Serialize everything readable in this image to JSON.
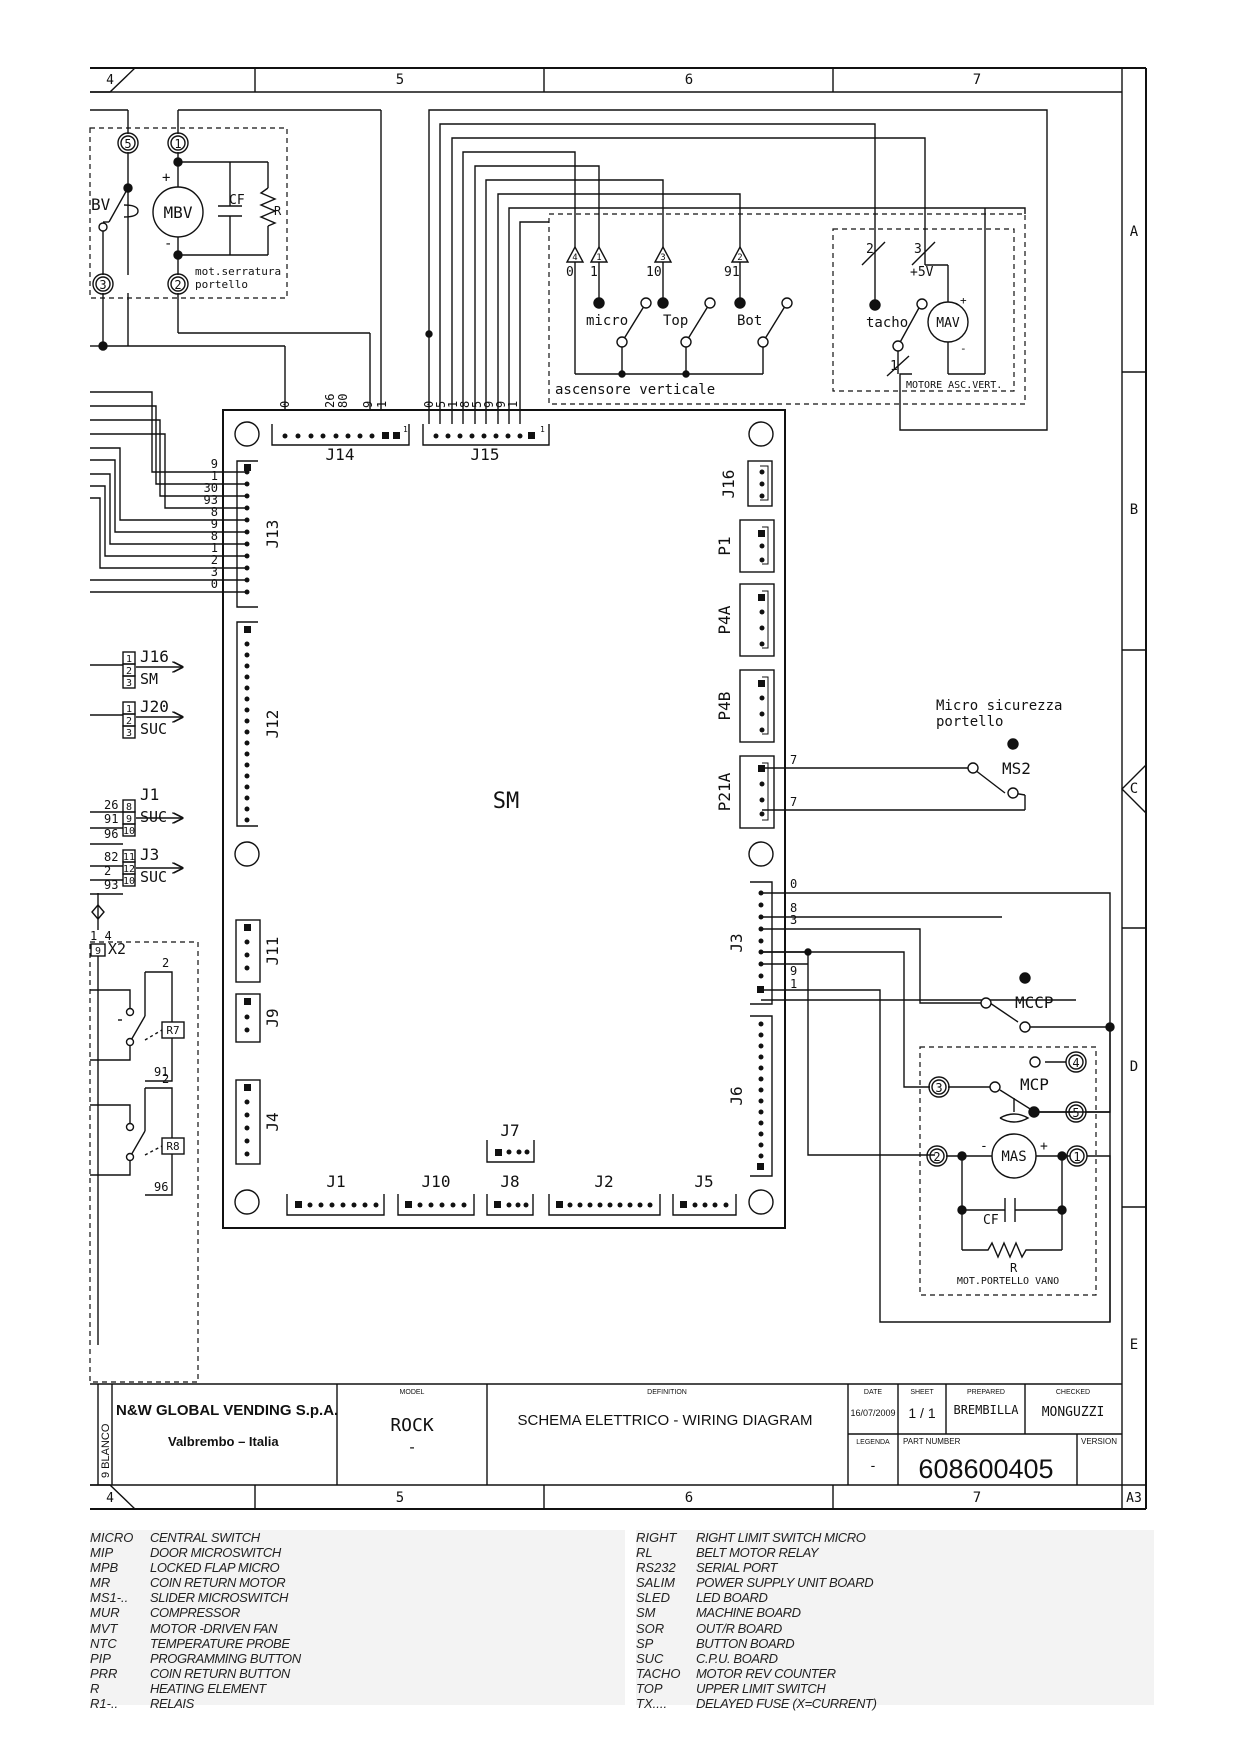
{
  "grid": {
    "columns": [
      "4",
      "5",
      "6",
      "7"
    ],
    "rows": [
      "A",
      "B",
      "C",
      "D",
      "E"
    ],
    "sheet_size": "A3"
  },
  "board": {
    "name": "SM",
    "top_connectors": [
      {
        "name": "J14",
        "pins": [
          "0",
          "26",
          "80",
          "9",
          "1"
        ]
      },
      {
        "name": "J15",
        "pins": [
          "0",
          "5",
          "1",
          "8",
          "5",
          "9",
          "9",
          "1"
        ]
      }
    ],
    "left_connectors": [
      "J13",
      "J12",
      "J11",
      "J9",
      "J4"
    ],
    "right_connectors": [
      "J16",
      "P1",
      "P4A",
      "P4B",
      "P21A",
      "J3",
      "J6"
    ],
    "bottom_connectors": [
      "J7",
      "J1",
      "J10",
      "J8",
      "J2",
      "J5"
    ],
    "j13_pins": [
      "9",
      "1",
      "30",
      "93",
      "8",
      "9",
      "8",
      "1",
      "2",
      "3",
      "0"
    ],
    "j3_pins": [
      "0",
      "8",
      "3",
      "9",
      "1"
    ],
    "pin_one": "1"
  },
  "door_motor": {
    "label": "MBV",
    "switch": "BV",
    "capacitor": "CF",
    "resistor": "R",
    "caption_line1": "mot.serratura",
    "caption_line2": "portello",
    "terminals": [
      "5",
      "1",
      "3",
      "2"
    ],
    "plus": "+",
    "minus": "-"
  },
  "lift": {
    "caption": "ascensore verticale",
    "pins": [
      "4",
      "1",
      "3",
      "2"
    ],
    "pin_labels": [
      "0",
      "1",
      "10",
      "91"
    ],
    "switches": [
      "micro",
      "Top",
      "Bot"
    ]
  },
  "lift_motor": {
    "label": "MAV",
    "tacho": "tacho",
    "five_volt": "+5V",
    "caption": "MOTORE ASC.VERT.",
    "pins": [
      "2",
      "3",
      "1"
    ],
    "plus": "+",
    "minus": "-"
  },
  "safety_switch": {
    "caption_line1": "Micro sicurezza",
    "caption_line2": "portello",
    "label": "MS2",
    "wire": "7"
  },
  "mccp": {
    "label": "MCCP"
  },
  "flap_motor": {
    "label": "MAS",
    "switch": "MCP",
    "capacitor": "CF",
    "resistor": "R",
    "caption": "MOT.PORTELLO VANO",
    "terminals": [
      "4",
      "3",
      "5",
      "2",
      "1"
    ],
    "plus": "+",
    "minus": "-"
  },
  "left_refs": [
    {
      "pins": [
        "1",
        "2",
        "3"
      ],
      "name": "J16",
      "target": "SM"
    },
    {
      "pins": [
        "1",
        "2",
        "3"
      ],
      "name": "J20",
      "target": "SUC"
    },
    {
      "wires": [
        "26",
        "91",
        "96"
      ],
      "pins": [
        "8",
        "9",
        "10"
      ],
      "name": "J1",
      "target": "SUC"
    },
    {
      "wires": [
        "82",
        "2",
        "93"
      ],
      "pins": [
        "11",
        "12",
        "10"
      ],
      "name": "J3",
      "target": "SUC"
    }
  ],
  "relays": {
    "x2_label": "X2",
    "x2_wire": "1 4",
    "x2_pin": "9",
    "r7": "R7",
    "r8": "R8",
    "wires": [
      "2",
      "91",
      "2",
      "96"
    ]
  },
  "title_block": {
    "company": "N&W GLOBAL VENDING S.p.A.",
    "location": "Valbrembo – Italia",
    "revision_side": "9 BLANCO",
    "model_label": "MODEL",
    "model": "ROCK",
    "model_sub": "-",
    "definition_label": "DEFINITION",
    "definition": "SCHEMA ELETTRICO - WIRING DIAGRAM",
    "date_label": "DATE",
    "date": "16/07/2009",
    "sheet_label": "SHEET",
    "sheet": "1 / 1",
    "prepared_label": "PREPARED",
    "prepared": "BREMBILLA",
    "checked_label": "CHECKED",
    "checked": "MONGUZZI",
    "legend_label": "LEGENDA",
    "legend": "-",
    "part_label": "PART NUMBER",
    "part_number": "608600405",
    "version_label": "VERSION"
  },
  "legend_left": [
    {
      "abbr": "MICRO",
      "desc": "CENTRAL SWITCH"
    },
    {
      "abbr": "MIP",
      "desc": "DOOR MICROSWITCH"
    },
    {
      "abbr": "MPB",
      "desc": "LOCKED FLAP MICRO"
    },
    {
      "abbr": "MR",
      "desc": "COIN RETURN MOTOR"
    },
    {
      "abbr": "MS1-..",
      "desc": "SLIDER MICROSWITCH"
    },
    {
      "abbr": "MUR",
      "desc": "COMPRESSOR"
    },
    {
      "abbr": "MVT",
      "desc": "MOTOR -DRIVEN FAN"
    },
    {
      "abbr": "NTC",
      "desc": "TEMPERATURE PROBE"
    },
    {
      "abbr": "PIP",
      "desc": "PROGRAMMING BUTTON"
    },
    {
      "abbr": "PRR",
      "desc": "COIN RETURN BUTTON"
    },
    {
      "abbr": "R",
      "desc": "HEATING ELEMENT"
    },
    {
      "abbr": "R1-..",
      "desc": "RELAIS"
    }
  ],
  "legend_right": [
    {
      "abbr": "RIGHT",
      "desc": "RIGHT LIMIT SWITCH MICRO"
    },
    {
      "abbr": "RL",
      "desc": "BELT MOTOR RELAY"
    },
    {
      "abbr": "RS232",
      "desc": "SERIAL PORT"
    },
    {
      "abbr": "SALIM",
      "desc": "POWER SUPPLY UNIT BOARD"
    },
    {
      "abbr": "SLED",
      "desc": "LED BOARD"
    },
    {
      "abbr": "SM",
      "desc": "MACHINE BOARD"
    },
    {
      "abbr": "SOR",
      "desc": "OUT/R BOARD"
    },
    {
      "abbr": "SP",
      "desc": "BUTTON BOARD"
    },
    {
      "abbr": "SUC",
      "desc": "C.P.U. BOARD"
    },
    {
      "abbr": "TACHO",
      "desc": "MOTOR REV COUNTER"
    },
    {
      "abbr": "TOP",
      "desc": "UPPER LIMIT SWITCH"
    },
    {
      "abbr": "TX....",
      "desc": "DELAYED FUSE (X=CURRENT)"
    }
  ]
}
